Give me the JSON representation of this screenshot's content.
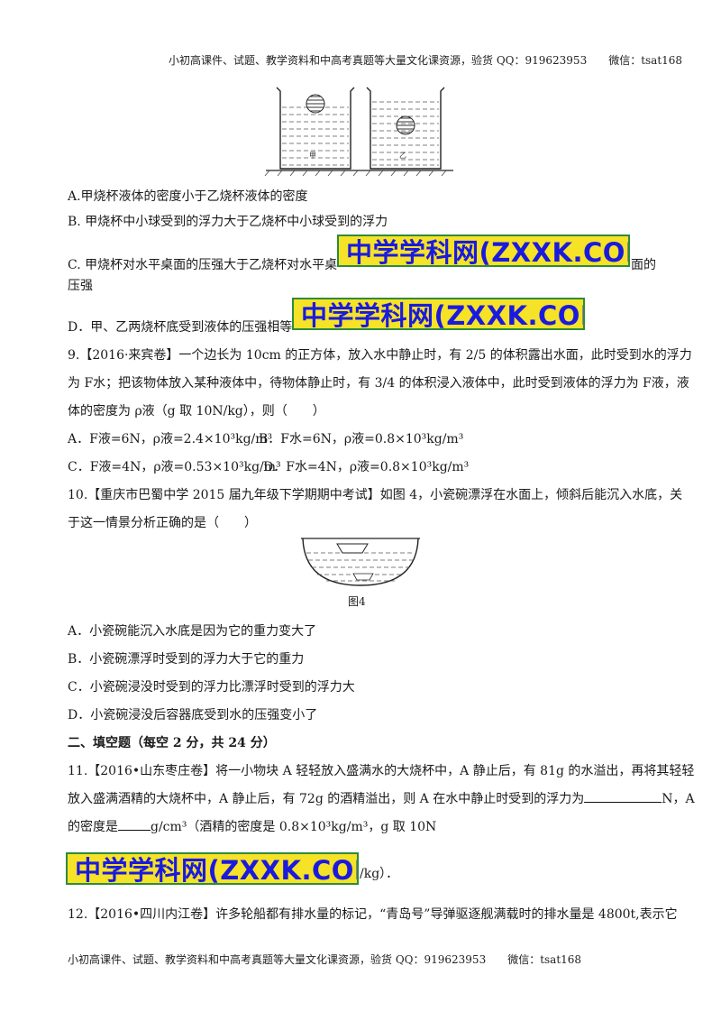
{
  "header": {
    "text": "小初高课件、试题、教学资料和中高考真题等大量文化课资源，验货 QQ：919623953　　微信：tsat168"
  },
  "footer": {
    "text": "小初高课件、试题、教学资料和中高考真题等大量文化课资源，验货 QQ：919623953　　微信：tsat168"
  },
  "watermark": {
    "text": "中学学科网(ZXXK.COM)"
  },
  "q8": {
    "label_jia": "甲",
    "label_yi": "乙",
    "options": {
      "A": "A.甲烧杯液体的密度小于乙烧杯液体的密度",
      "B": "B. 甲烧杯中小球受到的浮力大于乙烧杯中小球受到的浮力",
      "C1": "C. 甲烧杯对水平桌面的压强大于乙烧杯对水平桌",
      "C_end": "面的",
      "C2": "压强",
      "D": "D．甲、乙两烧杯底受到液体的压强相等"
    }
  },
  "q9": {
    "line1": "9.【2016·来宾卷】一个边长为 10cm 的正方体，放入水中静止时，有 2/5 的体积露出水面，此时受到水的浮力",
    "line2": "为 F水；把该物体放入某种液体中，待物体静止时，有 3/4 的体积浸入液体中，此时受到液体的浮力为 F液，液",
    "line3": "体的密度为 ρ液（g 取 10N/kg），则（　　）",
    "optA": "A．F液=6N，ρ液=2.4×10³kg/m³",
    "optB": "B．F水=6N，ρ液=0.8×10³kg/m³",
    "optC": "C．F液=4N，ρ液=0.53×10³kg/m³",
    "optD": "D．F水=4N，ρ液=0.8×10³kg/m³"
  },
  "q10": {
    "line1": "10.【重庆市巴蜀中学 2015 届九年级下学期期中考试】如图 4，小瓷碗漂浮在水面上，倾斜后能沉入水底，关",
    "line2": "于这一情景分析正确的是（　　）",
    "figure_caption": "图4",
    "optA": "A．小瓷碗能沉入水底是因为它的重力变大了",
    "optB": "B．小瓷碗漂浮时受到的浮力大于它的重力",
    "optC": "C．小瓷碗浸没时受到的浮力比漂浮时受到的浮力大",
    "optD": "D．小瓷碗浸没后容器底受到水的压强变小了"
  },
  "section2": {
    "title": "二、填空题（每空 2 分，共 24 分）"
  },
  "q11": {
    "line1": "11.【2016•山东枣庄卷】将一小物块 A 轻轻放入盛满水的大烧杯中，A 静止后，有 81g 的水溢出，再将其轻轻",
    "line2a": "放入盛满酒精的大烧杯中，A 静止后，有 72g 的酒精溢出，则 A 在水中静止时受到的浮力为",
    "line2b": "N，A",
    "line3a": "的密度是",
    "line3b": "g/cm³（酒精的密度是 0.8×10³kg/m³，g 取 10N",
    "line4_tail": "/kg）．"
  },
  "q12": {
    "line1": "12.【2016•四川内江卷】许多轮船都有排水量的标记，“青岛号”导弹驱逐舰满载时的排水量是 4800t,表示它"
  }
}
